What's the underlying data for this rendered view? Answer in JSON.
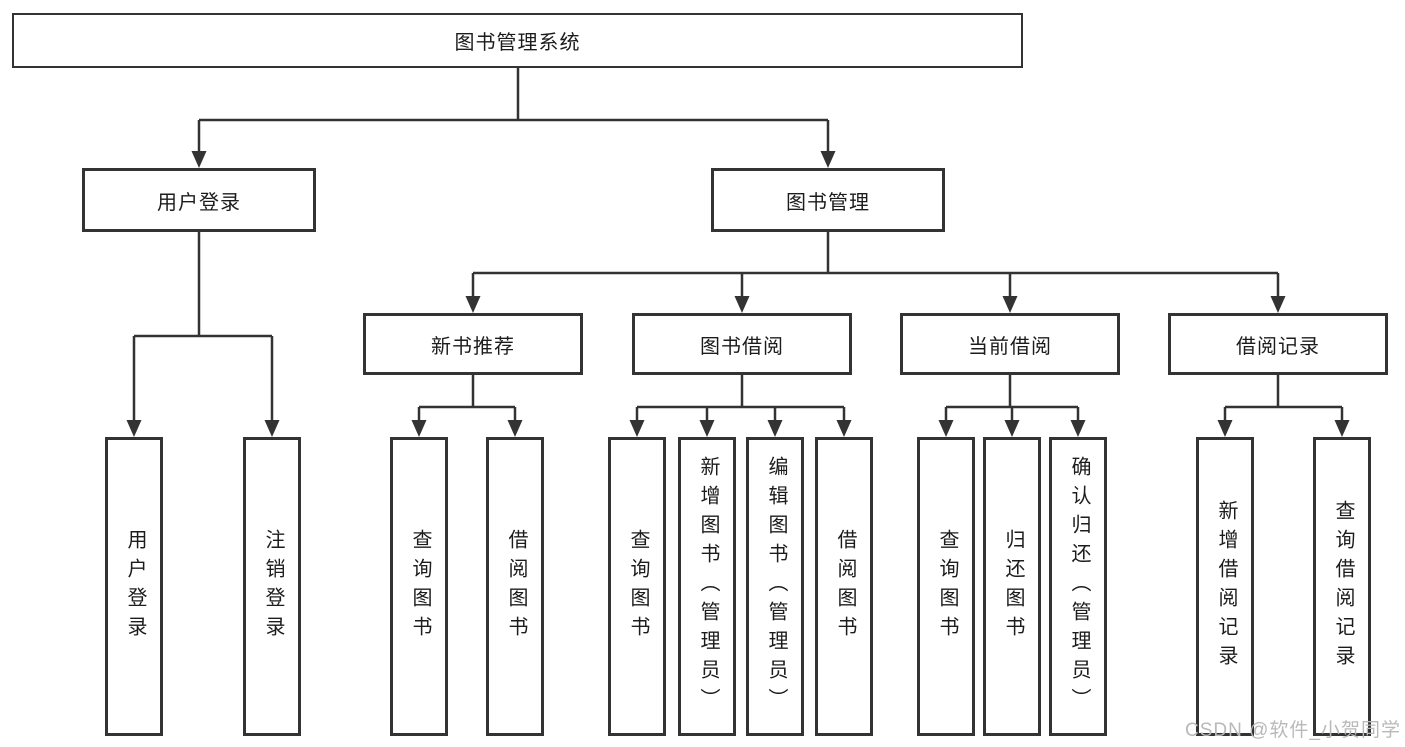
{
  "diagram_type": "hierarchy-tree",
  "watermark": "CSDN @软件_小贺同学",
  "colors": {
    "line": "#333333",
    "box_border": "#333333",
    "box_fill": "#ffffff",
    "text": "#1c1c1c",
    "watermark": "#b9b9b9"
  },
  "tree": {
    "root": "图书管理系统",
    "branches": [
      {
        "label": "用户登录",
        "children": [
          "用户登录",
          "注销登录"
        ]
      },
      {
        "label": "图书管理",
        "groups": [
          {
            "label": "新书推荐",
            "children": [
              "查询图书",
              "借阅图书"
            ]
          },
          {
            "label": "图书借阅",
            "children": [
              "查询图书",
              "新增图书（管理员）",
              "编辑图书（管理员）",
              "借阅图书"
            ]
          },
          {
            "label": "当前借阅",
            "children": [
              "查询图书",
              "归还图书",
              "确认归还（管理员）"
            ]
          },
          {
            "label": "借阅记录",
            "children": [
              "新增借阅记录",
              "查询借阅记录"
            ]
          }
        ]
      }
    ]
  }
}
